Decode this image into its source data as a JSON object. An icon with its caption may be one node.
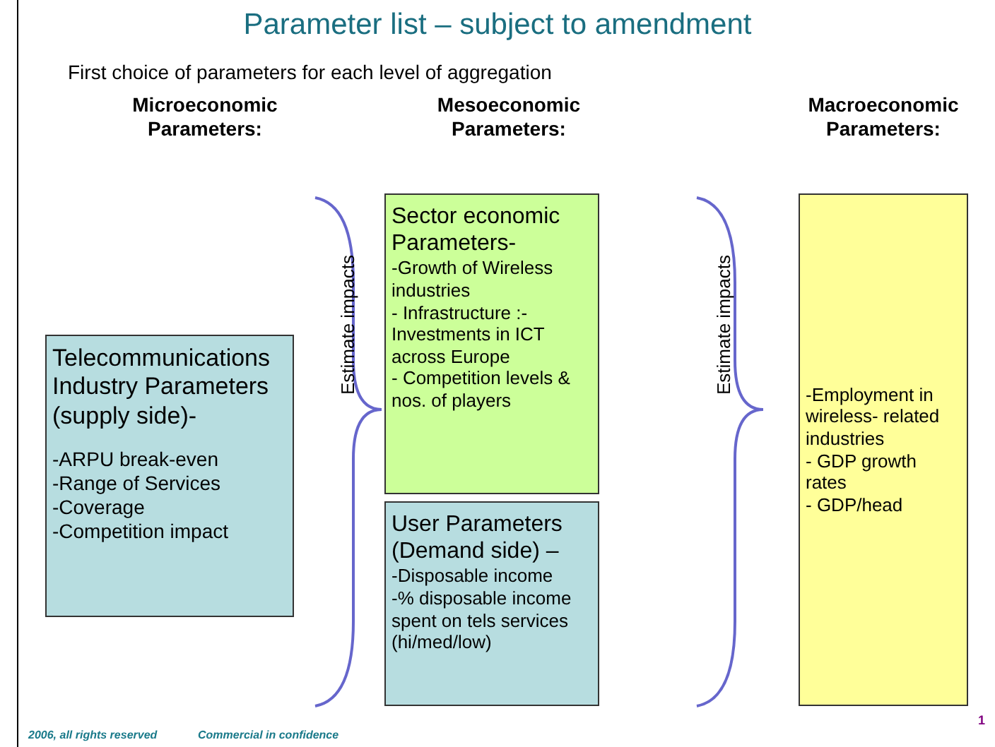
{
  "diagram": {
    "title": "Parameter list – subject to amendment",
    "nodes": [
      {
        "text": [
          "Telecommunications Industry Parameters (supply side)-",
          "-ARPU break-even",
          "-Range of Services",
          "-Coverage",
          "-Competition impact"
        ]
      },
      {
        "text": [
          "Sector economic Parameters-",
          "-Growth of Wireless industries",
          "- Infrastructure :- Investments in ICT across Europe",
          "- Competition levels & nos. of players"
        ]
      },
      {
        "text": [
          "User Parameters (Demand side) –",
          "-Disposable income",
          "-% disposable income spent on tels services (hi/med/low)"
        ]
      },
      {
        "text": [
          "-Employment in wireless- related industries",
          "- GDP growth rates",
          "- GDP/head"
        ]
      }
    ],
    "labels": [
      "First choice of parameters for each level of aggregation",
      "Microeconomic Parameters:",
      "Mesoeconomic Parameters:",
      "Macroeconomic Parameters:",
      "Estimate impacts",
      "Estimate impacts",
      "1",
      "2006, all rights reserved",
      "Commercial in confidence"
    ]
  }
}
